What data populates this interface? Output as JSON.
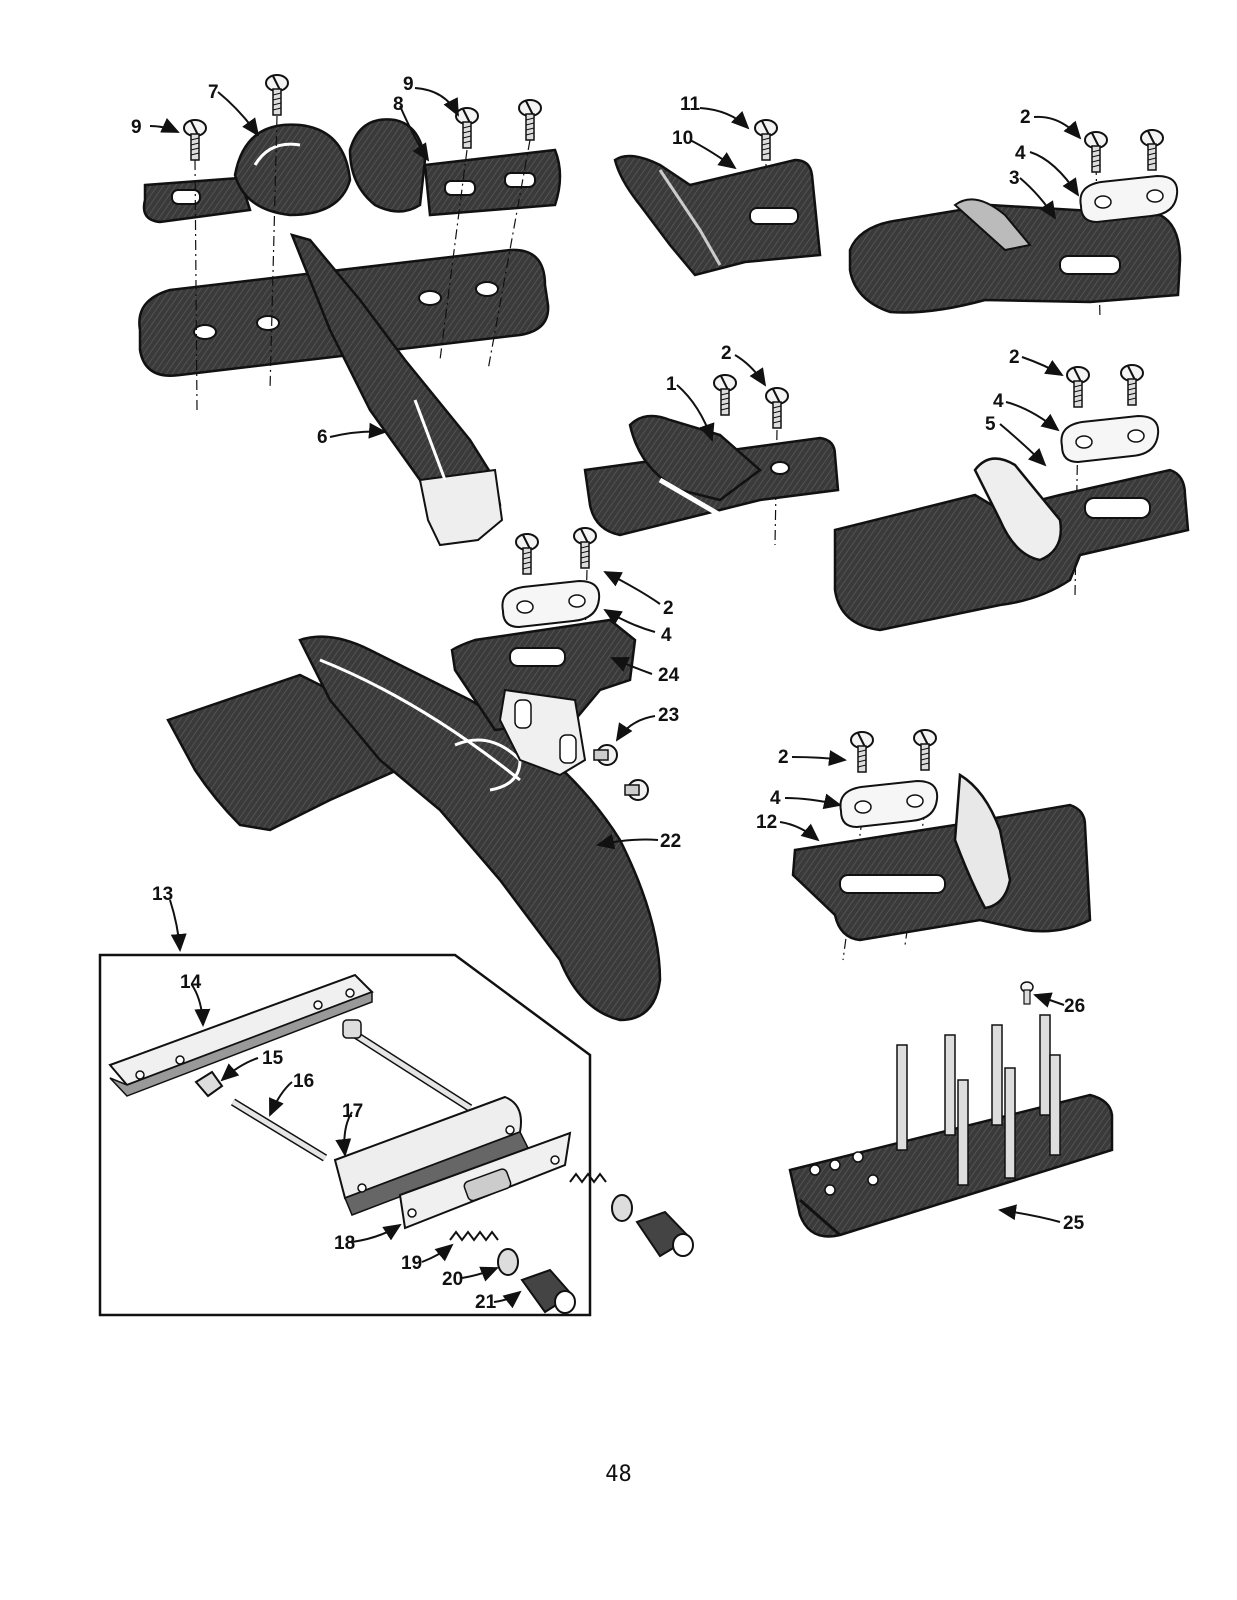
{
  "page": {
    "number": "48"
  },
  "callouts": {
    "c1": "1",
    "c2a": "2",
    "c2b": "2",
    "c2c": "2",
    "c2d": "2",
    "c2e": "2",
    "c3": "3",
    "c4a": "4",
    "c4b": "4",
    "c4c": "4",
    "c4d": "4",
    "c5": "5",
    "c6": "6",
    "c7": "7",
    "c8": "8",
    "c9a": "9",
    "c9b": "9",
    "c10": "10",
    "c11": "11",
    "c12": "12",
    "c13": "13",
    "c14": "14",
    "c15": "15",
    "c16": "16",
    "c17": "17",
    "c18": "18",
    "c19": "19",
    "c20": "20",
    "c21": "21",
    "c22": "22",
    "c23": "23",
    "c24": "24",
    "c25": "25",
    "c26": "26"
  },
  "colors": {
    "ink": "#111111",
    "metal_dark": "#2b2b2b",
    "metal_mid": "#555555",
    "highlight": "#f2f2f2",
    "paper": "#ffffff"
  }
}
